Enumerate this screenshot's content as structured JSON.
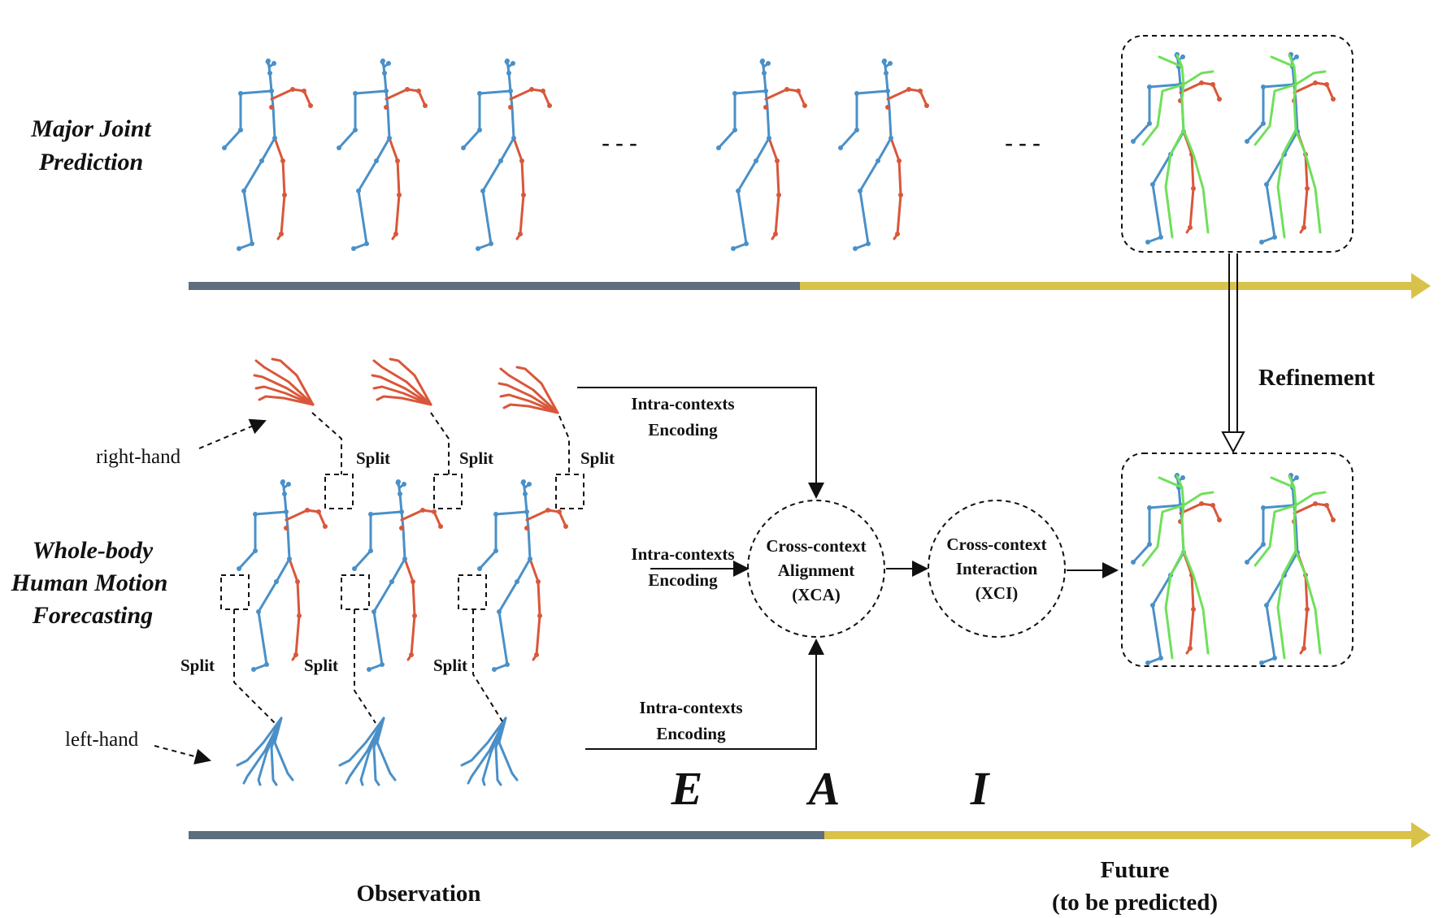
{
  "labels": {
    "major_joint": [
      "Major Joint",
      "Prediction"
    ],
    "whole_body": [
      "Whole-body",
      "Human Motion",
      "Forecasting"
    ],
    "right_hand": "right-hand",
    "left_hand": "left-hand",
    "split": "Split",
    "intra_contexts": [
      "Intra-contexts",
      "Encoding"
    ],
    "xca": [
      "Cross-context",
      "Alignment",
      "(XCA)"
    ],
    "xci": [
      "Cross-context",
      "Interaction",
      "(XCI)"
    ],
    "refinement": "Refinement",
    "ellipsis": "- - -",
    "letter_e": "E",
    "letter_a": "A",
    "letter_i": "I",
    "observation": "Observation",
    "future": [
      "Future",
      "(to be predicted)"
    ]
  },
  "colors": {
    "body_blue": "#4a90c8",
    "body_red": "#d9573a",
    "pred_green": "#6fe05a",
    "timeline_observed": "#5f6e7d",
    "timeline_future": "#d9c24a"
  }
}
